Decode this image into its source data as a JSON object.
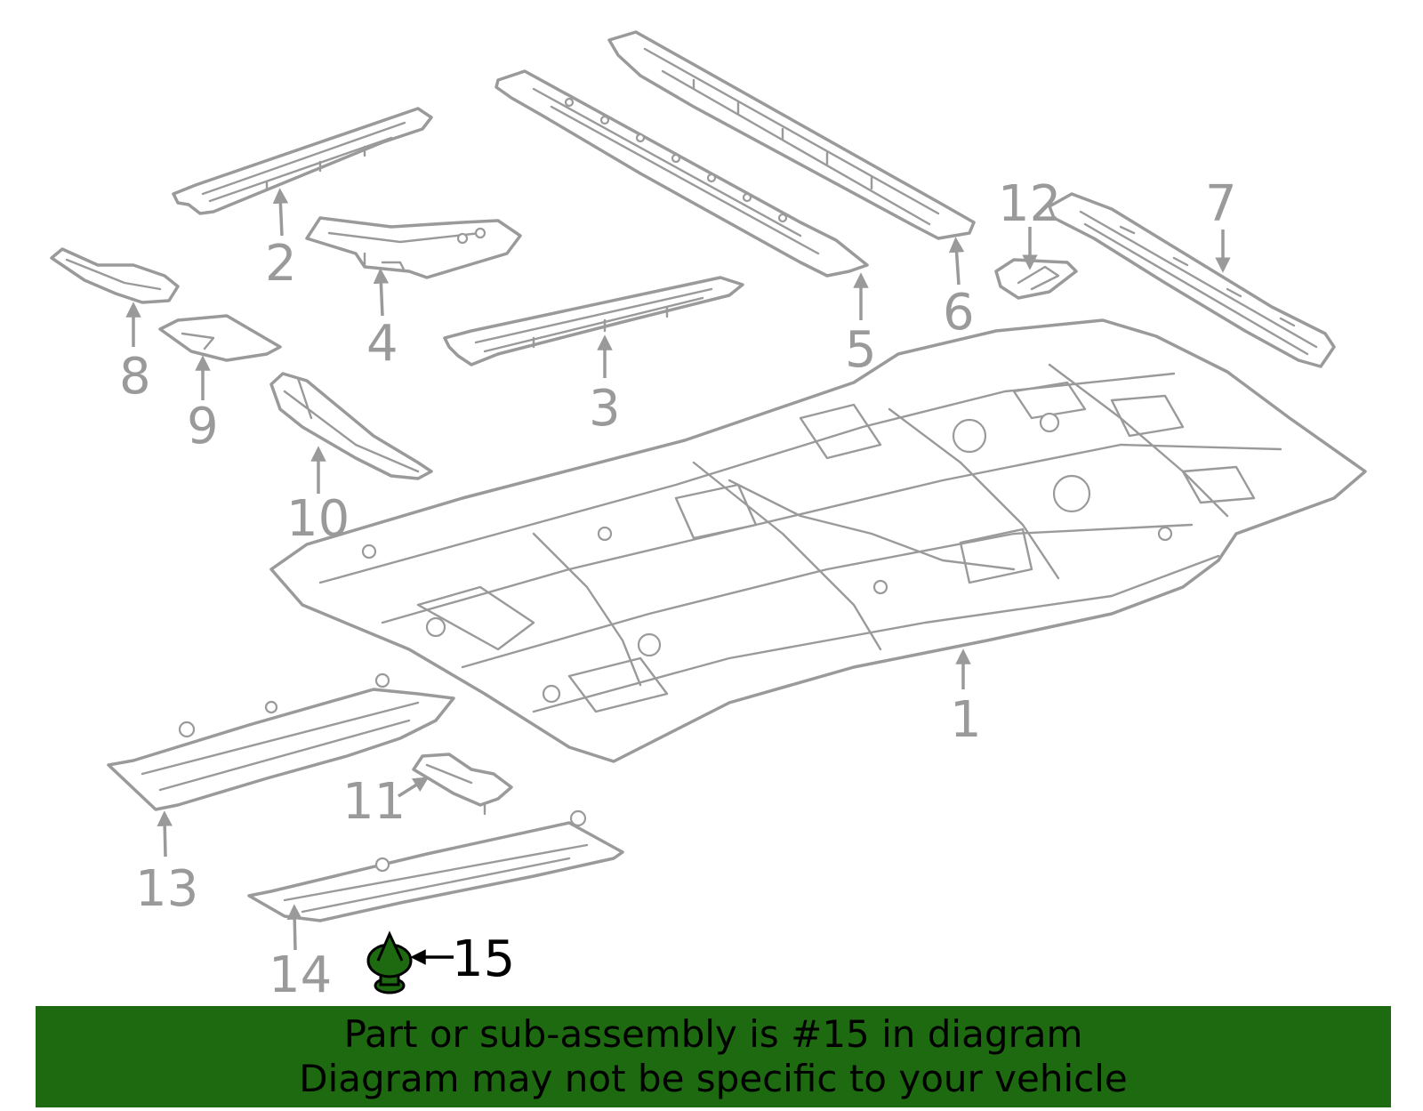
{
  "callouts": {
    "c1": "1",
    "c2": "2",
    "c3": "3",
    "c4": "4",
    "c5": "5",
    "c6": "6",
    "c7": "7",
    "c8": "8",
    "c9": "9",
    "c10": "10",
    "c11": "11",
    "c12": "12",
    "c13": "13",
    "c14": "14",
    "c15": "15"
  },
  "highlight": {
    "part_number": "15",
    "color": "#1e6a10"
  },
  "banner": {
    "line1": "Part or sub-assembly is #15 in diagram",
    "line2": "Diagram may not be specific to your vehicle",
    "background": "#1e6a10"
  },
  "colors": {
    "part_outline": "#9a9a9a",
    "highlight_fill": "#1e6a10"
  }
}
